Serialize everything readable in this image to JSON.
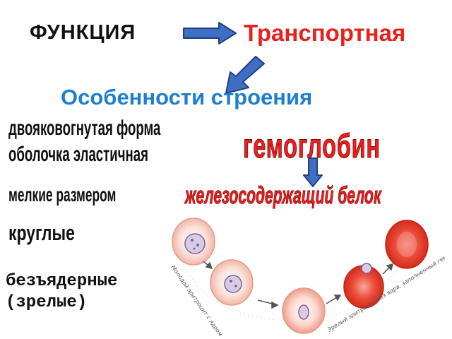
{
  "function_label": "ФУНКЦИЯ",
  "transport_label": "Транспортная",
  "features_title": "Особенности строения",
  "features_list": [
    "двояковогнутая форма",
    "оболочка эластичная",
    "мелкие размером",
    "круглые"
  ],
  "non_nuclear": [
    "безъядерные",
    "(зрелые)"
  ],
  "hemoglobin_label": "гемоглобин",
  "iron_protein_label": "железосодержащий белок",
  "diagram_caption_left": "Молодой эритроцит с ядром",
  "diagram_caption_right": "Зрелый эритроцит без ядра, заполненный гемоглобином",
  "colors": {
    "accent_red": "#e8201e",
    "accent_blue": "#1e7fd0",
    "arrow_blue": "#3f6fc4"
  },
  "icons": [
    "arrow-right-icon",
    "arrow-down-left-icon",
    "arrow-down-icon"
  ]
}
